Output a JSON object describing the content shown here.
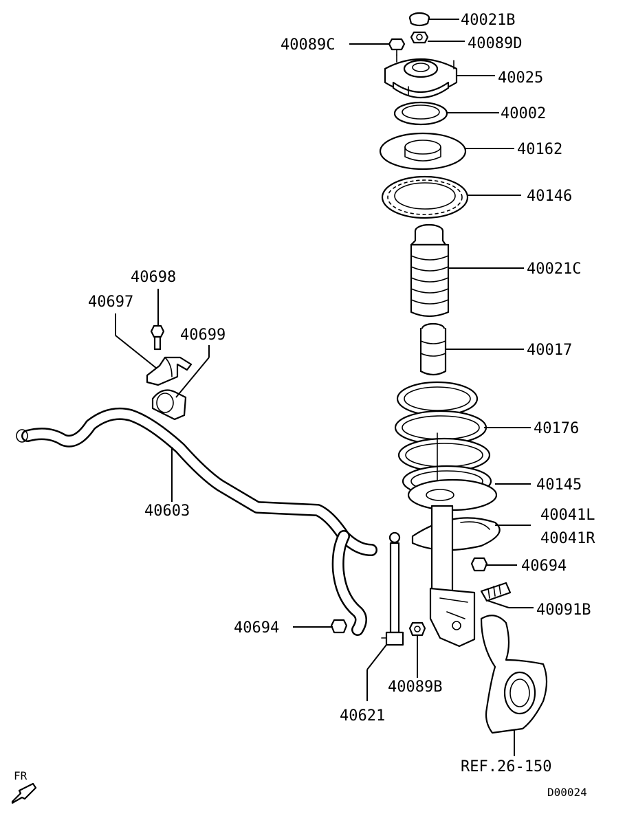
{
  "diagram": {
    "callouts": {
      "p40021B": "40021B",
      "p40089C": "40089C",
      "p40089D": "40089D",
      "p40025": "40025",
      "p40002": "40002",
      "p40162": "40162",
      "p40146": "40146",
      "p40021C": "40021C",
      "p40017": "40017",
      "p40176": "40176",
      "p40145": "40145",
      "p40041L": "40041L",
      "p40041R": "40041R",
      "p40694_right": "40694",
      "p40091B": "40091B",
      "p40694_left": "40694",
      "p40089B": "40089B",
      "p40621": "40621",
      "p40603": "40603",
      "p40698": "40698",
      "p40697": "40697",
      "p40699": "40699",
      "ref": "REF.26-150"
    },
    "direction_label": "FR",
    "drawing_id": "D00024"
  }
}
